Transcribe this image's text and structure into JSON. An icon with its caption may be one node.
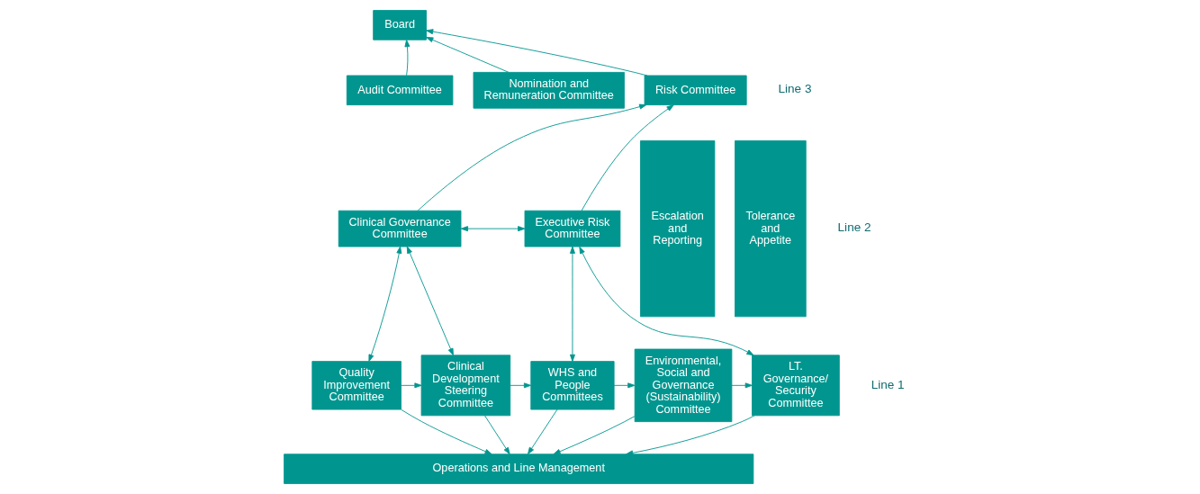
{
  "diagram": {
    "nodes": [
      {
        "text": [
          "Board"
        ]
      },
      {
        "text": [
          "Audit Committee"
        ]
      },
      {
        "text": [
          "Nomination and Remuneration Committee"
        ]
      },
      {
        "text": [
          "Risk Committee"
        ]
      },
      {
        "text": [
          "Clinical Governance Committee"
        ]
      },
      {
        "text": [
          "Executive Risk Committee"
        ]
      },
      {
        "text": [
          "Quality Improvement Committee"
        ]
      },
      {
        "text": [
          "Clinical Development Steering Committee"
        ]
      },
      {
        "text": [
          "WHS and People Committees"
        ]
      },
      {
        "text": [
          "Environmental, Social and Governance (Sustainability) Committee"
        ]
      },
      {
        "text": [
          "LT. Governance/ Security Committee"
        ]
      },
      {
        "text": [
          "Operations and Line Management"
        ]
      },
      {
        "text": [
          "Escalation and Reporting"
        ]
      },
      {
        "text": [
          "Tolerance and Appetite"
        ]
      }
    ],
    "edges": [
      {
        "from": 1,
        "to": 0,
        "arrow": "to"
      },
      {
        "from": 2,
        "to": 0,
        "arrow": "to"
      },
      {
        "from": 3,
        "to": 0,
        "arrow": "to"
      },
      {
        "from": 4,
        "to": 3,
        "arrow": "to"
      },
      {
        "from": 5,
        "to": 3,
        "arrow": "to"
      },
      {
        "from": 4,
        "to": 5,
        "arrow": "both"
      },
      {
        "from": 4,
        "to": 6,
        "arrow": "both"
      },
      {
        "from": 4,
        "to": 7,
        "arrow": "both"
      },
      {
        "from": 5,
        "to": 8,
        "arrow": "both"
      },
      {
        "from": 5,
        "to": 10,
        "arrow": "both"
      },
      {
        "from": 6,
        "to": 7,
        "arrow": "to"
      },
      {
        "from": 7,
        "to": 8,
        "arrow": "to"
      },
      {
        "from": 8,
        "to": 9,
        "arrow": "to"
      },
      {
        "from": 9,
        "to": 10,
        "arrow": "to"
      },
      {
        "from": 6,
        "to": 11,
        "arrow": "to"
      },
      {
        "from": 7,
        "to": 11,
        "arrow": "to"
      },
      {
        "from": 8,
        "to": 11,
        "arrow": "to"
      },
      {
        "from": 9,
        "to": 11,
        "arrow": "to"
      },
      {
        "from": 10,
        "to": 11,
        "arrow": "to"
      }
    ],
    "labels": [
      "Line 3",
      "Line 2",
      "Line 1"
    ]
  }
}
